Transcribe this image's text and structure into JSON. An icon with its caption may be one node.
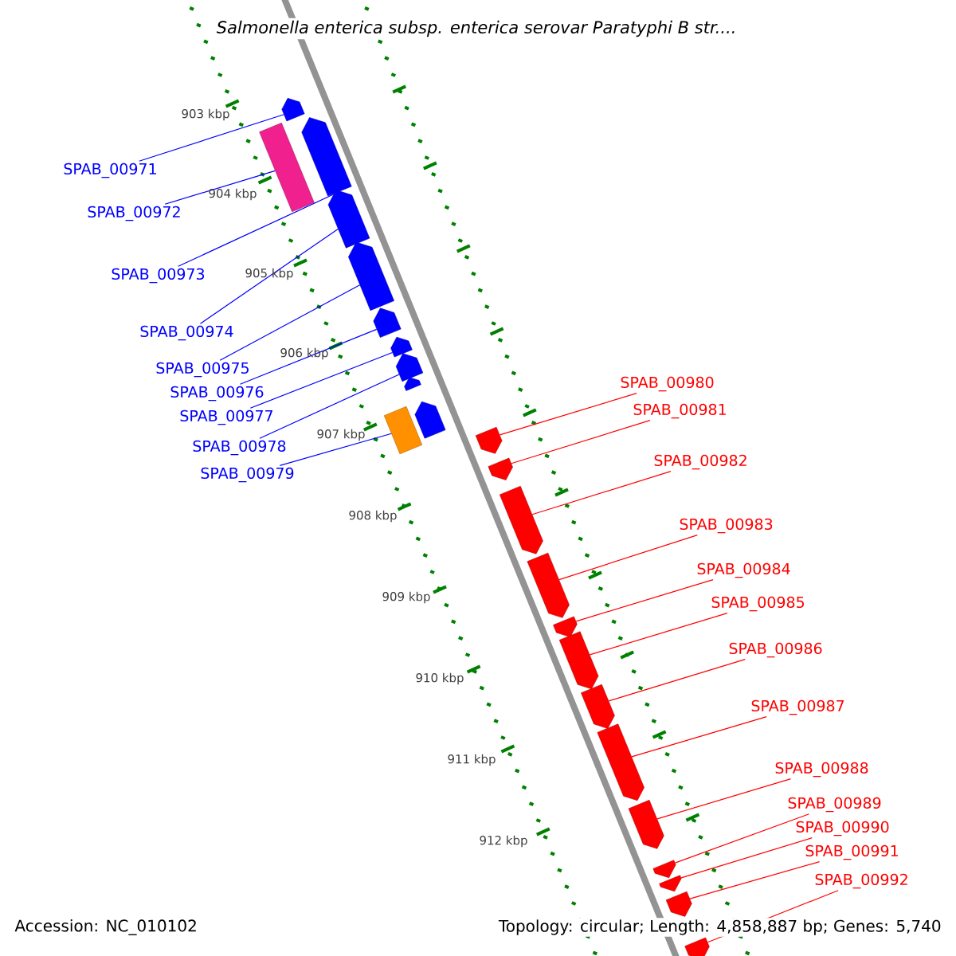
{
  "diagram": {
    "title": "Salmonella enterica subsp. enterica serovar Paratyphi B str....",
    "nodes": [
      {
        "text": [
          "SPAB_00971"
        ]
      },
      {
        "text": [
          "SPAB_00972"
        ]
      },
      {
        "text": [
          "SPAB_00973"
        ]
      },
      {
        "text": [
          "SPAB_00974"
        ]
      },
      {
        "text": [
          "SPAB_00975"
        ]
      },
      {
        "text": [
          "SPAB_00976"
        ]
      },
      {
        "text": [
          "SPAB_00977"
        ]
      },
      {
        "text": [
          "SPAB_00978"
        ]
      },
      {
        "text": [
          "SPAB_00979"
        ]
      },
      {
        "text": [
          "SPAB_00980"
        ]
      },
      {
        "text": [
          "SPAB_00981"
        ]
      },
      {
        "text": [
          "SPAB_00982"
        ]
      },
      {
        "text": [
          "SPAB_00983"
        ]
      },
      {
        "text": [
          "SPAB_00984"
        ]
      },
      {
        "text": [
          "SPAB_00985"
        ]
      },
      {
        "text": [
          "SPAB_00986"
        ]
      },
      {
        "text": [
          "SPAB_00987"
        ]
      },
      {
        "text": [
          "SPAB_00988"
        ]
      },
      {
        "text": [
          "SPAB_00989"
        ]
      },
      {
        "text": [
          "SPAB_00990"
        ]
      },
      {
        "text": [
          "SPAB_00991"
        ]
      },
      {
        "text": [
          "SPAB_00992"
        ]
      },
      {
        "text": [],
        "shape": "arrow"
      },
      {
        "text": [],
        "shape": "box"
      },
      {
        "text": [],
        "shape": "arrow"
      },
      {
        "text": [],
        "shape": "arrow"
      },
      {
        "text": [],
        "shape": "arrow"
      },
      {
        "text": [],
        "shape": "arrow"
      },
      {
        "text": [],
        "shape": "arrow"
      },
      {
        "text": [],
        "shape": "arrow"
      },
      {
        "text": [],
        "shape": "arrow"
      },
      {
        "text": [],
        "shape": "box"
      },
      {
        "text": [],
        "shape": "arrow"
      },
      {
        "text": [],
        "shape": "arrow"
      },
      {
        "text": [],
        "shape": "arrow"
      },
      {
        "text": [],
        "shape": "arrow"
      },
      {
        "text": [],
        "shape": "arrow"
      },
      {
        "text": [],
        "shape": "arrow"
      },
      {
        "text": [],
        "shape": "arrow"
      },
      {
        "text": [],
        "shape": "arrow"
      },
      {
        "text": [],
        "shape": "arrow"
      },
      {
        "text": [],
        "shape": "arrow"
      },
      {
        "text": [],
        "shape": "arrow"
      },
      {
        "text": [],
        "shape": "arrow"
      },
      {
        "text": [],
        "shape": "arrow"
      },
      {
        "text": [],
        "shape": "arrow"
      }
    ],
    "edges": [
      {
        "from": 0,
        "to": 22,
        "arrow": "none",
        "color": "#0000ff"
      },
      {
        "from": 1,
        "to": 23,
        "arrow": "none",
        "color": "#0000ff"
      },
      {
        "from": 2,
        "to": 24,
        "arrow": "none",
        "color": "#0000ff"
      },
      {
        "from": 3,
        "to": 25,
        "arrow": "none",
        "color": "#0000ff"
      },
      {
        "from": 4,
        "to": 26,
        "arrow": "none",
        "color": "#0000ff"
      },
      {
        "from": 5,
        "to": 27,
        "arrow": "none",
        "color": "#0000ff"
      },
      {
        "from": 6,
        "to": 28,
        "arrow": "none",
        "color": "#0000ff"
      },
      {
        "from": 7,
        "to": 29,
        "arrow": "none",
        "color": "#0000ff"
      },
      {
        "from": 8,
        "to": 31,
        "arrow": "none",
        "color": "#0000ff"
      },
      {
        "from": 9,
        "to": 33,
        "arrow": "none"
      },
      {
        "from": 10,
        "to": 34,
        "arrow": "none"
      },
      {
        "from": 11,
        "to": 35,
        "arrow": "none"
      },
      {
        "from": 12,
        "to": 36,
        "arrow": "none"
      },
      {
        "from": 13,
        "to": 37,
        "arrow": "none"
      },
      {
        "from": 14,
        "to": 38,
        "arrow": "none"
      },
      {
        "from": 15,
        "to": 39,
        "arrow": "none"
      },
      {
        "from": 16,
        "to": 40,
        "arrow": "none"
      },
      {
        "from": 17,
        "to": 41,
        "arrow": "none"
      },
      {
        "from": 18,
        "to": 42,
        "arrow": "none"
      },
      {
        "from": 19,
        "to": 43,
        "arrow": "none"
      },
      {
        "from": 20,
        "to": 44,
        "arrow": "none"
      },
      {
        "from": 21,
        "to": 45,
        "arrow": "none"
      }
    ],
    "labels": [
      "903 kbp",
      "904 kbp",
      "905 kbp",
      "906 kbp",
      "907 kbp",
      "908 kbp",
      "909 kbp",
      "910 kbp",
      "911 kbp",
      "912 kbp",
      "Accession: NC_010102",
      "Topology: circular; Length: 4,858,887 bp; Genes: 5,740"
    ]
  }
}
